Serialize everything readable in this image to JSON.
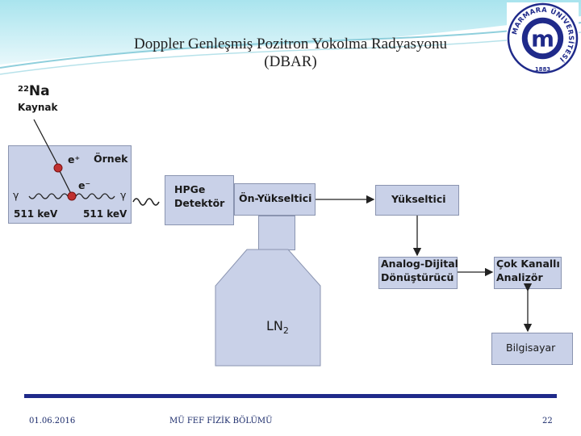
{
  "slide": {
    "title_line1": "Doppler Genleşmiş Pozitron Yokolma Radyasyonu",
    "title_line2": "(DBAR)"
  },
  "logo": {
    "ring_text": "MARMARA ÜNİVERSİTESİ",
    "year": "1883",
    "mark": "m"
  },
  "diagram": {
    "source_mass": "22",
    "source_element": "Na",
    "source_label": "Kaynak",
    "sample_label": "Örnek",
    "positron": "e⁺",
    "electron": "e⁻",
    "gamma_left": "γ",
    "gamma_right": "γ",
    "energy_left": "511 keV",
    "energy_right": "511 keV",
    "detector_line1": "HPGe",
    "detector_line2": "Detektör",
    "preamp": "Ön-Yükseltici",
    "amplifier": "Yükseltici",
    "adc_line1": "Analog-Dijital",
    "adc_line2": "Dönüştürücü",
    "mca_line1": "Çok Kanallı",
    "mca_line2": "Analizör",
    "computer": "Bilgisayar",
    "ln2": "LN",
    "ln2_sub": "2"
  },
  "footer": {
    "date": "01.06.2016",
    "department": "MÜ FEF FİZİK BÖLÜMÜ",
    "page": "22"
  },
  "colors": {
    "box_fill": "#c9d1e8",
    "divider": "#1f2a8a",
    "accent_sky": "#7fd3e3",
    "particle": "#c03030"
  }
}
